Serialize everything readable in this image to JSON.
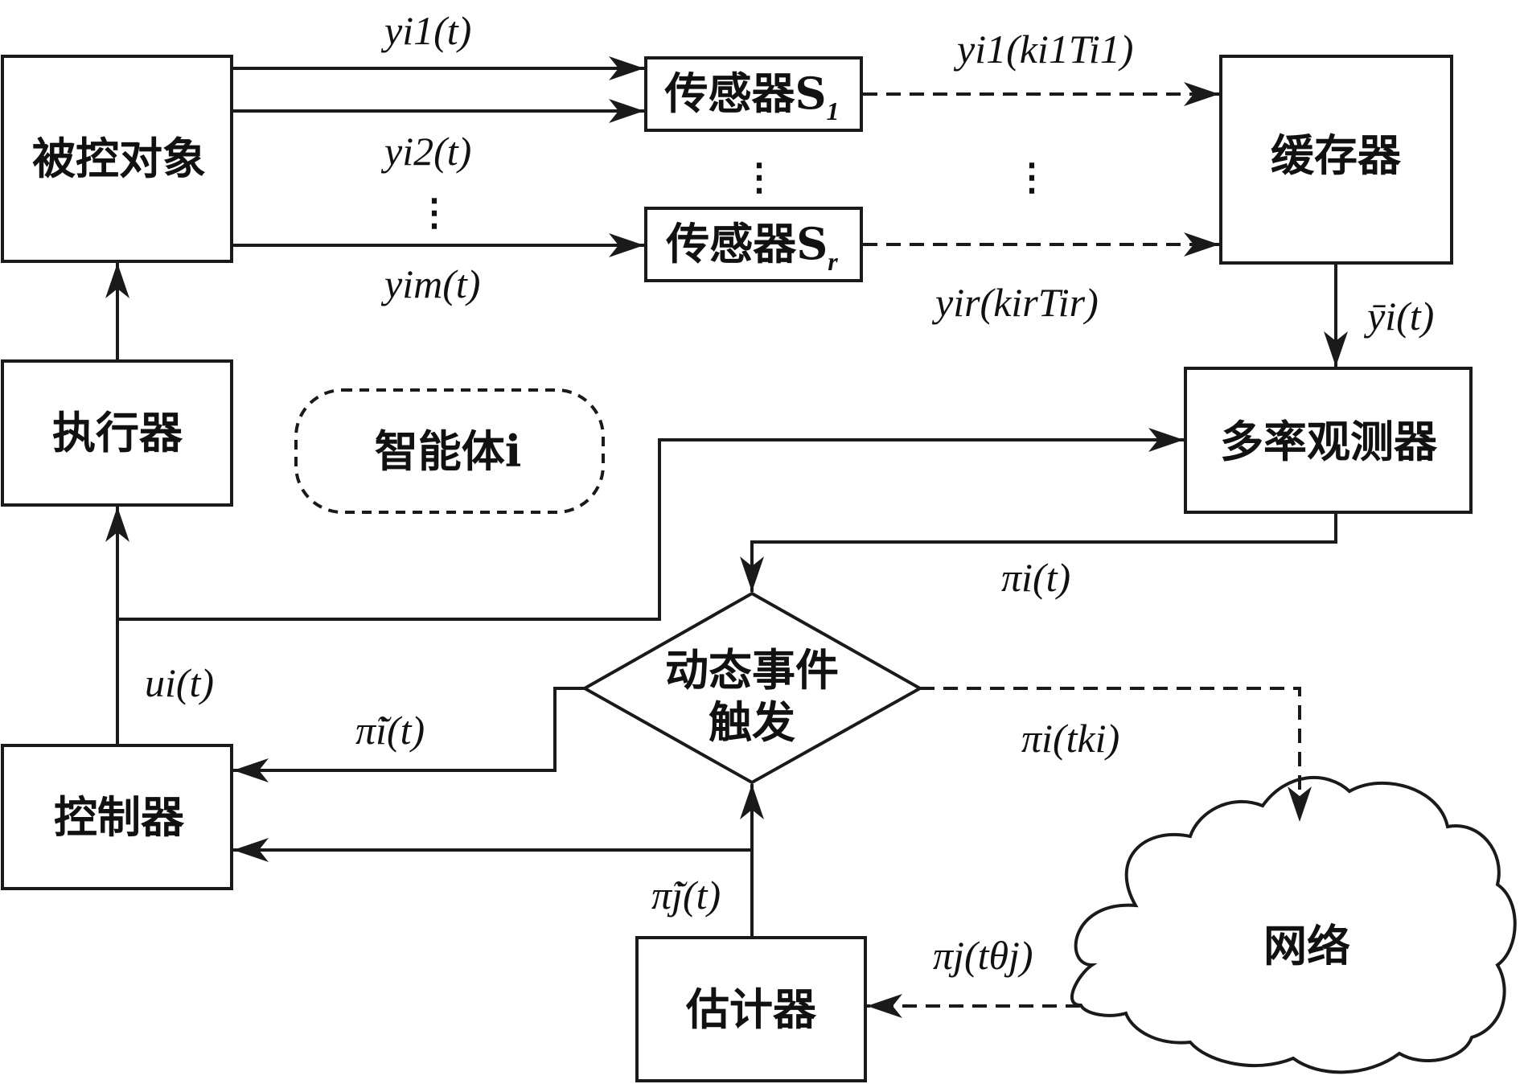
{
  "blocks": {
    "plant": "被控对象",
    "sensor1": "传感器S",
    "sensor1_sub": "1",
    "sensorr": "传感器S",
    "sensorr_sub": "r",
    "buffer": "缓存器",
    "actuator": "执行器",
    "agent": "智能体i",
    "observer": "多率观测器",
    "trigger_line1": "动态事件",
    "trigger_line2": "触发",
    "controller": "控制器",
    "estimator": "估计器",
    "network": "网络"
  },
  "signals": {
    "yi1": "yi1(t)",
    "yi2": "yi2(t)",
    "yim": "yim(t)",
    "y1_sample": "yi1(ki1Ti1)",
    "yr_sample": "yir(kirTir)",
    "ybar": "ȳi(t)",
    "pi_t": "πi(t)",
    "u_t": "ui(t)",
    "pi_tilde": "π̃i(t)",
    "pi_tk": "πi(tki)",
    "pi_j_tilde": "π̃j(t)",
    "pi_j_theta": "πj(tθj)"
  },
  "ellipsis": "⋮"
}
